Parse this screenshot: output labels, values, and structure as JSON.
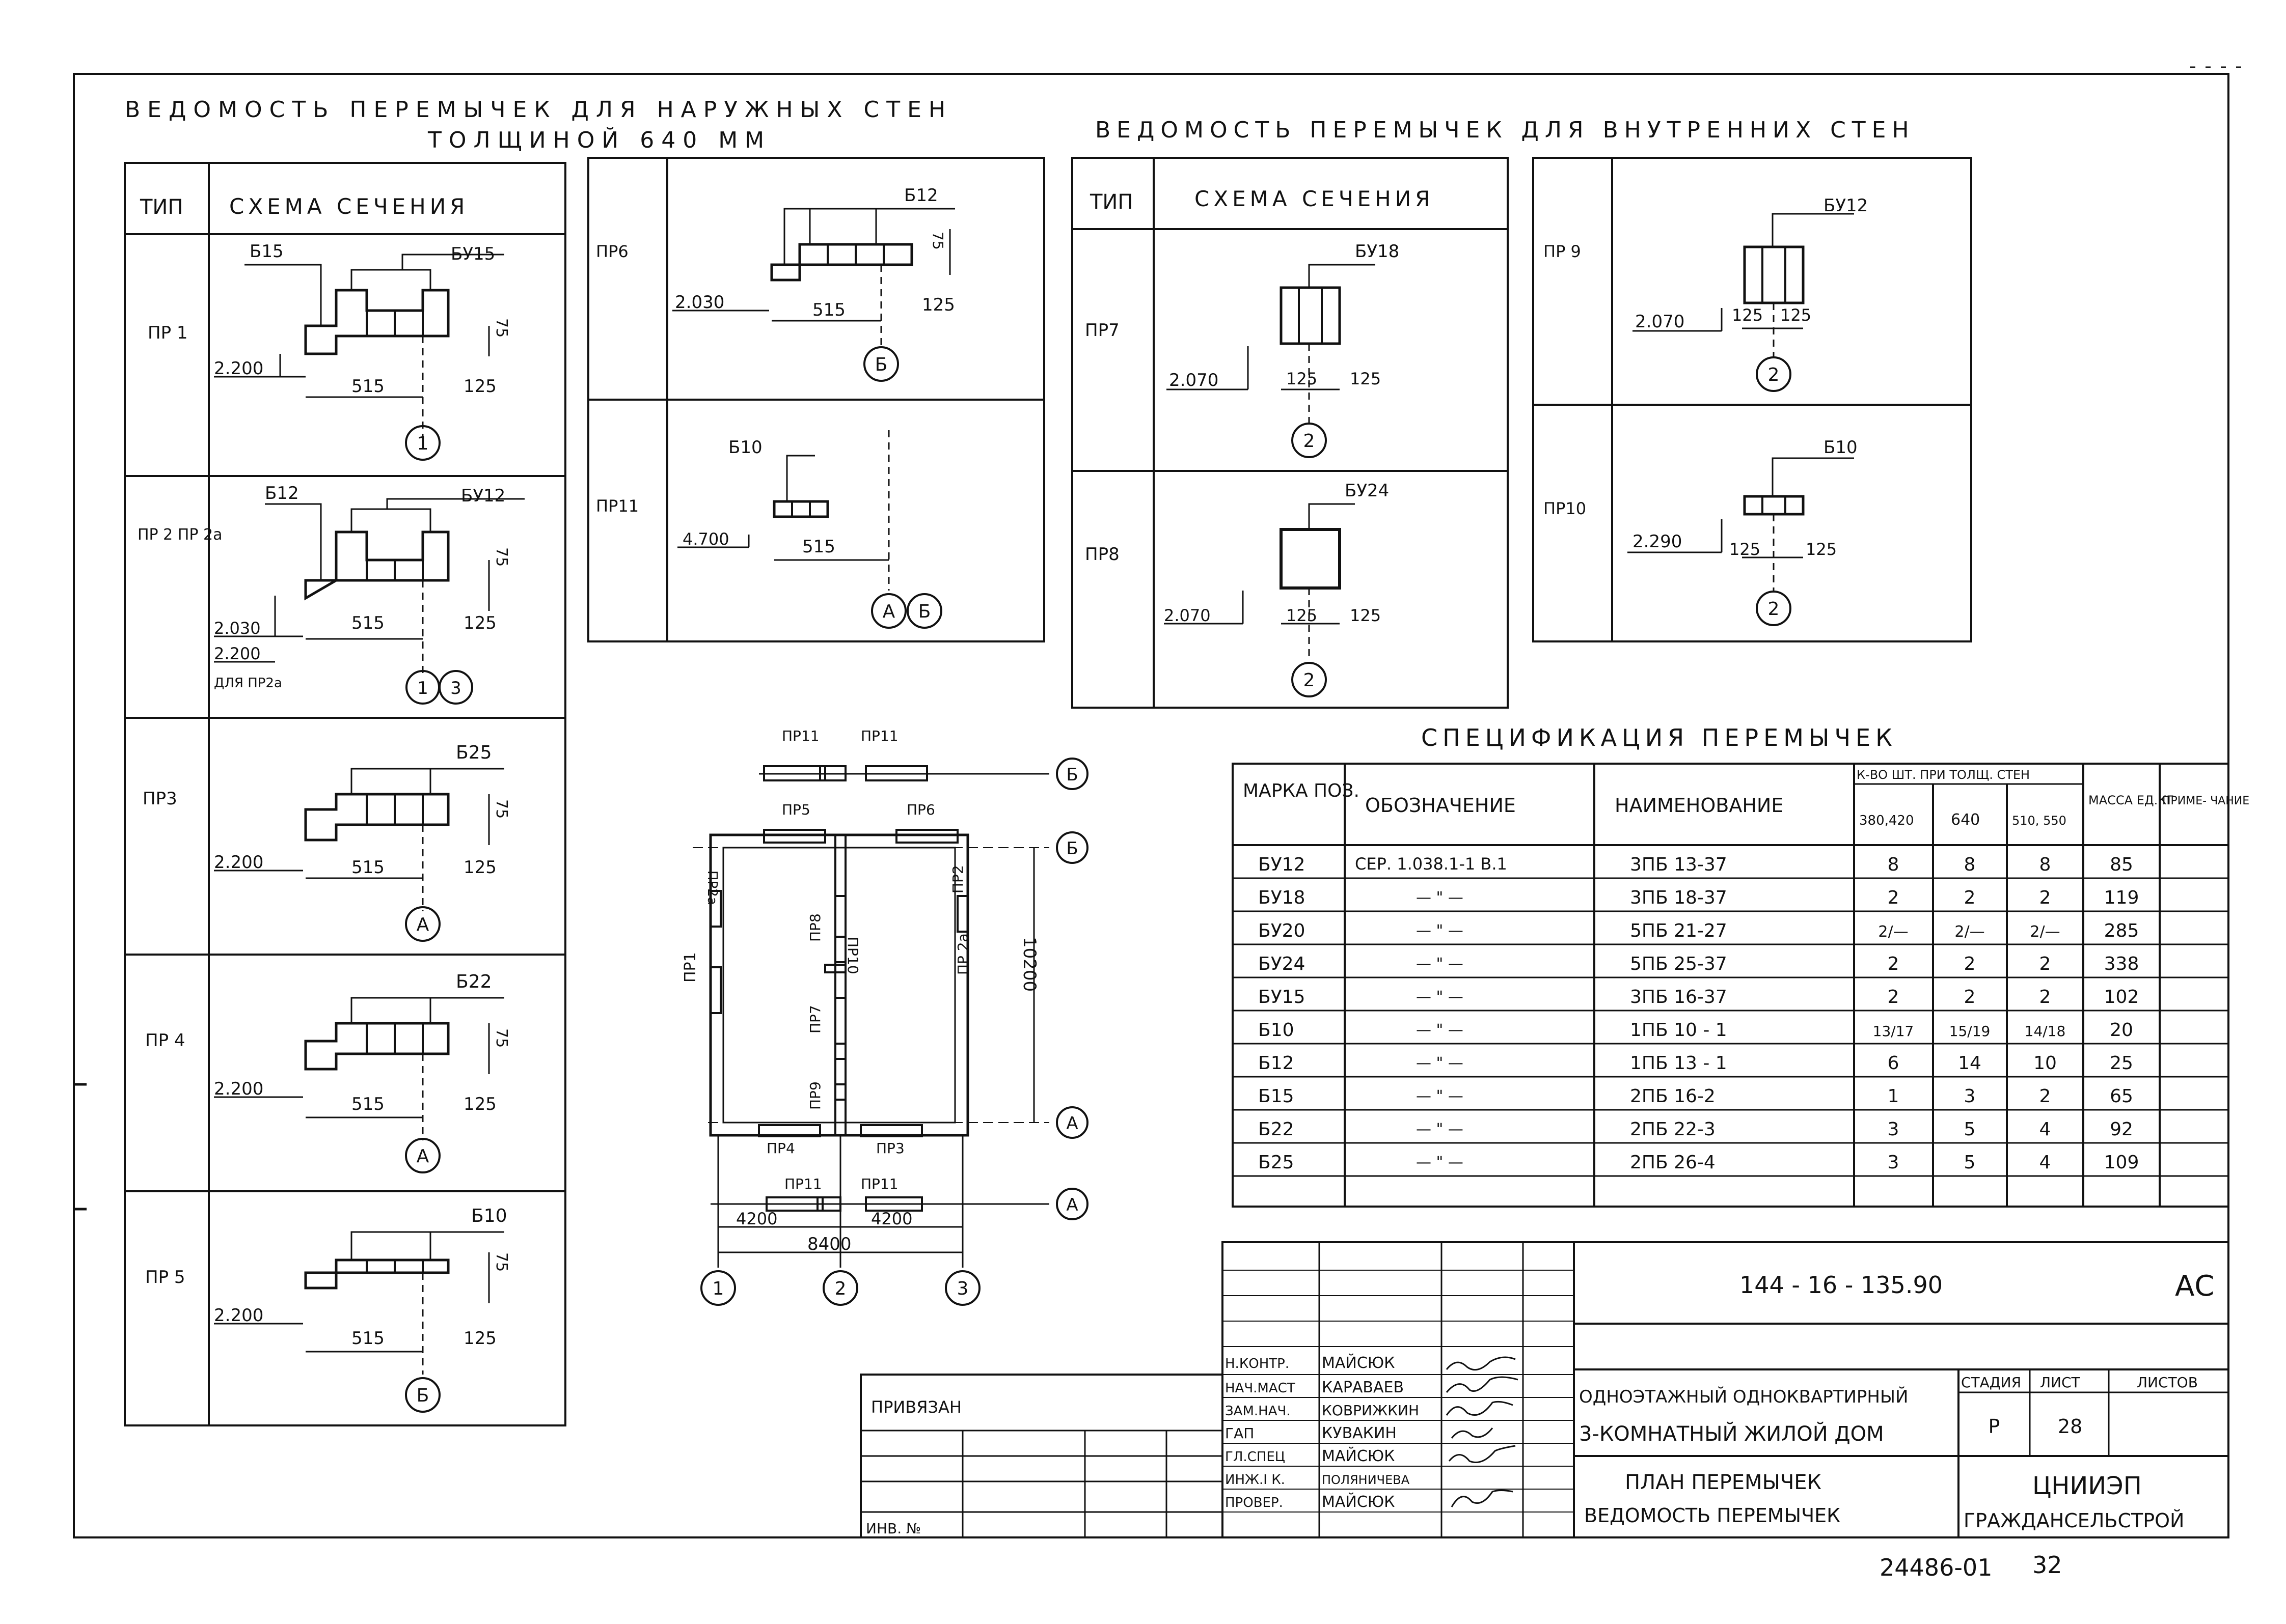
{
  "outer_title": {
    "line1": "ВЕДОМОСТЬ ПЕРЕМЫЧЕК ДЛЯ НАРУЖНЫХ СТЕН",
    "line2": "ТОЛЩИНОЙ 640 ММ"
  },
  "inner_title": "ВЕДОМОСТЬ ПЕРЕМЫЧЕК ДЛЯ ВНУТРЕННИХ СТЕН",
  "outer_table": {
    "head_type": "ТИП",
    "head_scheme": "СХЕМА СЕЧЕНИЯ",
    "rows": [
      {
        "type": "ПР 1",
        "marks": [
          "Б15",
          "БУ15"
        ],
        "dims": [
          "2.200",
          "515",
          "125",
          "75"
        ],
        "axis": "1"
      },
      {
        "type": "ПР 2\nПР 2а",
        "marks": [
          "Б12",
          "БУ12"
        ],
        "dims": [
          "2.030",
          "2.200",
          "515",
          "125",
          "75"
        ],
        "note": "ДЛЯ ПР2а",
        "axis": "1",
        "axis2": "3"
      },
      {
        "type": "ПР3",
        "marks": [
          "Б25"
        ],
        "dims": [
          "2.200",
          "515",
          "125",
          "75"
        ],
        "axis": "А"
      },
      {
        "type": "ПР 4",
        "marks": [
          "Б22"
        ],
        "dims": [
          "2.200",
          "515",
          "125",
          "75"
        ],
        "axis": "А"
      },
      {
        "type": "ПР 5",
        "marks": [
          "Б10"
        ],
        "dims": [
          "2.200",
          "515",
          "125",
          "75"
        ],
        "axis": "Б"
      }
    ]
  },
  "outer_table2": {
    "rows": [
      {
        "type": "ПР6",
        "marks": [
          "Б12"
        ],
        "dims": [
          "2.030",
          "515",
          "125",
          "75"
        ],
        "axis": "Б"
      },
      {
        "type": "ПР11",
        "marks": [
          "Б10"
        ],
        "dims": [
          "4.700",
          "515"
        ],
        "axis": "А",
        "axis2": "Б"
      }
    ]
  },
  "inner_table": {
    "head_type": "ТИП",
    "head_scheme": "СХЕМА СЕЧЕНИЯ",
    "rows": [
      {
        "type": "ПР7",
        "marks": [
          "БУ18"
        ],
        "dims": [
          "2.070",
          "125",
          "125"
        ],
        "axis": "2"
      },
      {
        "type": "ПР8",
        "marks": [
          "БУ24"
        ],
        "dims": [
          "2.070",
          "125",
          "125"
        ],
        "axis": "2"
      }
    ]
  },
  "inner_table2": {
    "rows": [
      {
        "type": "ПР 9",
        "marks": [
          "БУ12"
        ],
        "dims": [
          "2.070",
          "125",
          "125"
        ],
        "axis": "2"
      },
      {
        "type": "ПР10",
        "marks": [
          "Б10"
        ],
        "dims": [
          "2.290",
          "125",
          "125"
        ],
        "axis": "2"
      }
    ]
  },
  "plan": {
    "labels": [
      "ПР11",
      "ПР11",
      "ПР5",
      "ПР6",
      "ПР2а",
      "ПР1",
      "ПР8",
      "ПР10",
      "ПР7",
      "ПР9",
      "ПР2",
      "ПР 2а",
      "ПР4",
      "ПР3",
      "ПР11",
      "ПР11"
    ],
    "dims": [
      "10200",
      "4200",
      "4200",
      "8400"
    ],
    "axes": [
      "Б",
      "Б",
      "А",
      "А",
      "1",
      "2",
      "3"
    ]
  },
  "spec": {
    "title": "СПЕЦИФИКАЦИЯ ПЕРЕМЫЧЕК",
    "headers": {
      "mark": "МАРКА ПОЗ.",
      "designation": "ОБОЗНАЧЕНИЕ",
      "name": "НАИМЕНОВАНИЕ",
      "qty_group": "К-ВО ШТ. ПРИ ТОЛЩ. СТЕН",
      "qty_cols": [
        "380,420",
        "640",
        "510, 550"
      ],
      "mass": "МАССА ЕД.КГ",
      "note": "ПРИМЕ- ЧАНИЕ"
    },
    "rows": [
      {
        "mark": "БУ12",
        "designation": "СЕР. 1.038.1-1 В.1",
        "name": "3ПБ 13-37",
        "q1": "8",
        "q2": "8",
        "q3": "8",
        "mass": "85"
      },
      {
        "mark": "БУ18",
        "designation": "— \" —",
        "name": "3ПБ 18-37",
        "q1": "2",
        "q2": "2",
        "q3": "2",
        "mass": "119"
      },
      {
        "mark": "БУ20",
        "designation": "— \" —",
        "name": "5ПБ 21-27",
        "q1": "2/—",
        "q2": "2/—",
        "q3": "2/—",
        "mass": "285"
      },
      {
        "mark": "БУ24",
        "designation": "— \" —",
        "name": "5ПБ 25-37",
        "q1": "2",
        "q2": "2",
        "q3": "2",
        "mass": "338"
      },
      {
        "mark": "БУ15",
        "designation": "— \" —",
        "name": "3ПБ 16-37",
        "q1": "2",
        "q2": "2",
        "q3": "2",
        "mass": "102"
      },
      {
        "mark": "Б10",
        "designation": "— \" —",
        "name": "1ПБ 10 - 1",
        "q1": "13/17",
        "q2": "15/19",
        "q3": "14/18",
        "mass": "20"
      },
      {
        "mark": "Б12",
        "designation": "— \" —",
        "name": "1ПБ 13 - 1",
        "q1": "6",
        "q2": "14",
        "q3": "10",
        "mass": "25"
      },
      {
        "mark": "Б15",
        "designation": "— \" —",
        "name": "2ПБ 16-2",
        "q1": "1",
        "q2": "3",
        "q3": "2",
        "mass": "65"
      },
      {
        "mark": "Б22",
        "designation": "— \" —",
        "name": "2ПБ 22-3",
        "q1": "3",
        "q2": "5",
        "q3": "4",
        "mass": "92"
      },
      {
        "mark": "Б25",
        "designation": "— \" —",
        "name": "2ПБ 26-4",
        "q1": "3",
        "q2": "5",
        "q3": "4",
        "mass": "109"
      }
    ]
  },
  "stamp": {
    "code": "144 - 16 - 135.90",
    "sheet_code": "АС",
    "project_title_1": "ОДНОЭТАЖНЫЙ ОДНОКВАРТИРНЫЙ",
    "project_title_2": "3-КОМНАТНЫЙ ЖИЛОЙ ДОМ",
    "drawing_title_1": "ПЛАН ПЕРЕМЫЧЕК",
    "drawing_title_2": "ВЕДОМОСТЬ ПЕРЕМЫЧЕК",
    "stage_label": "СТАДИЯ",
    "sheet_label": "ЛИСТ",
    "sheets_label": "ЛИСТОВ",
    "stage": "Р",
    "sheet": "28",
    "sheets": "",
    "org_1": "ЦНИИЭП",
    "org_2": "ГРАЖДАНСЕЛЬСТРОЙ",
    "bound_label": "ПРИВЯЗАН",
    "inv_label": "ИНВ. №",
    "staff": [
      {
        "role": "Н.КОНТР.",
        "name": "МАЙСЮК"
      },
      {
        "role": "НАЧ.МАСТ",
        "name": "КАРАВАЕВ"
      },
      {
        "role": "ЗАМ.НАЧ.",
        "name": "КОВРИЖКИН"
      },
      {
        "role": "ГАП",
        "name": "КУВАКИН"
      },
      {
        "role": "ГЛ.СПЕЦ",
        "name": "МАЙСЮК"
      },
      {
        "role": "ИНЖ.I К.",
        "name": "ПОЛЯНИЧЕВА"
      },
      {
        "role": "ПРОВЕР.",
        "name": "МАЙСЮК"
      }
    ]
  },
  "bottom_number": "24486-01",
  "bottom_page": "32"
}
